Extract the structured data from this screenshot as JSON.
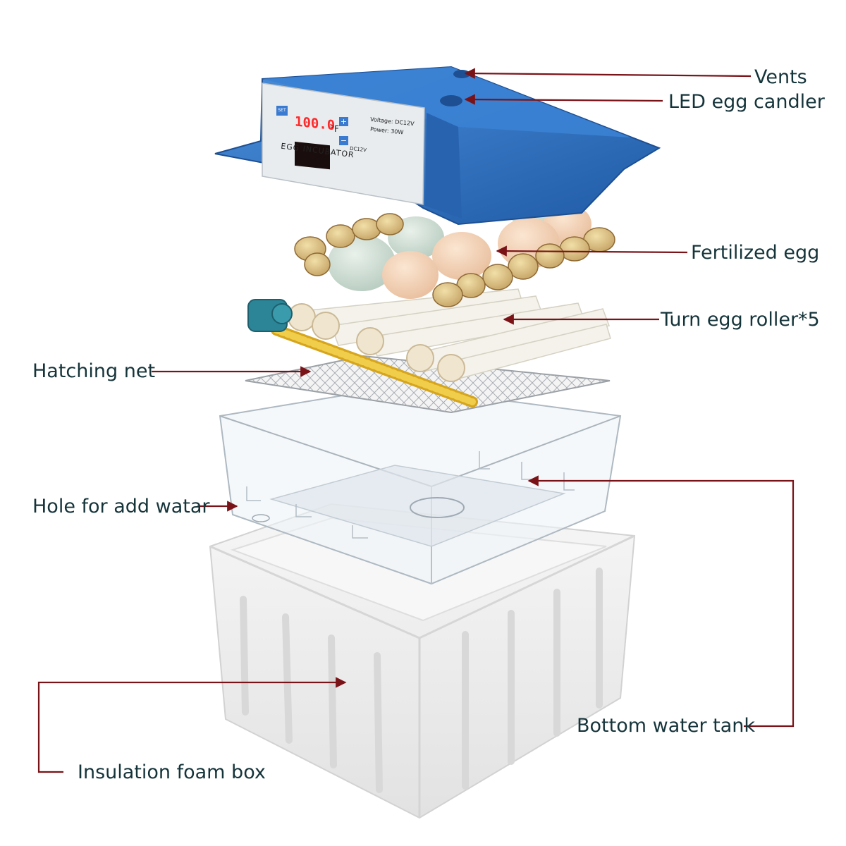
{
  "colors": {
    "leader_line": "#7a1318",
    "label_text": "#15343a",
    "lid_blue": "#2b6ebd",
    "lid_blue_light": "#5d9be0",
    "display_red": "#ff2a2a",
    "foam": "#ececec",
    "roller": "#f4f2ea",
    "worm_gear": "#e2b92c",
    "motor": "#2b8597"
  },
  "labels": {
    "vents": "Vents",
    "led_egg_candler": "LED egg candler",
    "fertilized_egg": "Fertilized egg",
    "turn_egg_roller": "Turn egg roller*5",
    "hatching_net": "Hatching net",
    "hole_for_add_water": "Hole for add watar",
    "bottom_water_tank": "Bottom water tank",
    "insulation_foam_box": "Insulation foam box"
  },
  "control_panel": {
    "display_value": "100.0",
    "unit": "°F",
    "set_button": "SET",
    "voltage": "Voltage: DC12V",
    "power": "Power: 30W",
    "dc_port": "DC12V",
    "brand": "EGG INCUBATOR",
    "plus": "+",
    "minus": "−"
  }
}
